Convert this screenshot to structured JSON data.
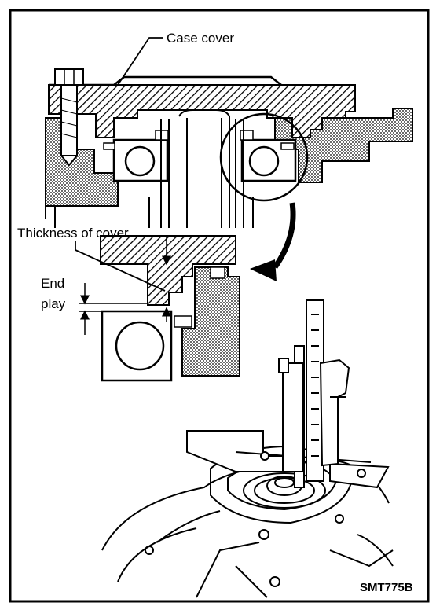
{
  "figure": {
    "callouts": {
      "case_cover": "Case cover",
      "thickness_of_cover": "Thickness of cover",
      "end_play_line1": "End",
      "end_play_line2": "play"
    },
    "figure_code": "SMT775B"
  },
  "colors": {
    "ink": "#000000",
    "paper": "#ffffff"
  }
}
